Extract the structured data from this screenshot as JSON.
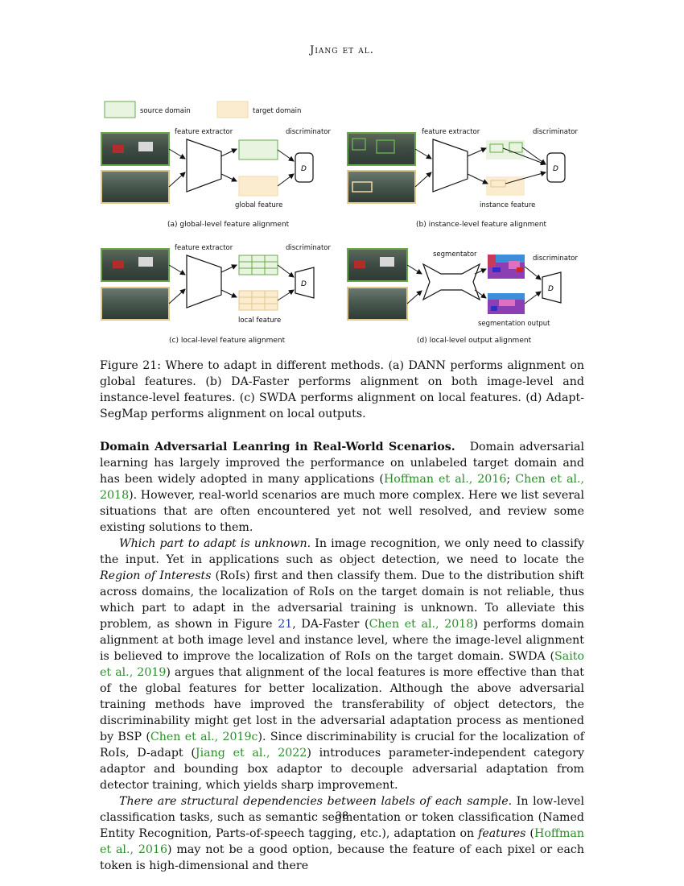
{
  "header": {
    "running_head": "Jiang et al."
  },
  "figure": {
    "legend": {
      "source": "source domain",
      "target": "target domain"
    },
    "labels": {
      "feature_extractor": "feature extractor",
      "discriminator": "discriminator",
      "segmentator": "segmentator",
      "D": "D",
      "global_feature": "global feature",
      "instance_feature": "instance feature",
      "local_feature": "local feature",
      "segmentation_output": "segmentation output"
    },
    "sub_captions": {
      "a": "(a) global-level feature alignment",
      "b": "(b) instance-level feature alignment",
      "c": "(c) local-level feature alignment",
      "d": "(d) local-level output alignment"
    },
    "colors": {
      "source": "#6aa84f",
      "source_fill": "#e8f4e0",
      "target_fill": "#fbecd0",
      "target_stroke": "#f0d9a8"
    }
  },
  "caption": {
    "label": "Figure 21:",
    "text": "Where to adapt in different methods. (a) DANN performs alignment on global features. (b) DA-Faster performs alignment on both image-level and instance-level features. (c) SWDA performs alignment on local features. (d) Adapt-SegMap performs alignment on local outputs."
  },
  "section": {
    "heading": "Domain Adversarial Leanring in Real-World Scenarios.",
    "p1": {
      "t1": "Domain adversarial learning has largely improved the performance on unlabeled target domain and has been widely adopted in many applications (",
      "c1": "Hoffman et al., 2016",
      "t2": "; ",
      "c2": "Chen et al., 2018",
      "t3": "). However, real-world scenarios are much more complex. Here we list several situations that are often encountered yet not well resolved, and review some existing solutions to them."
    },
    "p2": {
      "italic": "Which part to adapt is unknown.",
      "t1": " In image recognition, we only need to classify the input. Yet in applications such as object detection, we need to locate the ",
      "italic2": "Region of Interests",
      "t2": " (RoIs) first and then classify them. Due to the distribution shift across domains, the localization of RoIs on the target domain is not reliable, thus which part to adapt in the adversarial training is unknown. To alleviate this problem, as shown in Figure ",
      "fig_ref": "21",
      "t3": ", DA-Faster (",
      "c1": "Chen et al., 2018",
      "t4": ") performs domain alignment at both image level and instance level, where the image-level alignment is believed to improve the localization of RoIs on the target domain. SWDA (",
      "c2": "Saito et al., 2019",
      "t5": ") argues that alignment of the local features is more effective than that of the global features for better localization. Although the above adversarial training methods have improved the transferability of object detectors, the discriminability might get lost in the adversarial adaptation process as mentioned by BSP (",
      "c3": "Chen et al., 2019c",
      "t6": "). Since discriminability is crucial for the localization of RoIs, D-adapt (",
      "c4": "Jiang et al., 2022",
      "t7": ") introduces parameter-independent category adaptor and bounding box adaptor to decouple adversarial adaptation from detector training, which yields sharp improvement."
    },
    "p3": {
      "italic": "There are structural dependencies between labels of each sample.",
      "t1": " In low-level classification tasks, such as semantic segmentation or token classification (Named Entity Recognition, Parts-of-speech tagging, etc.), adaptation on ",
      "italic2": "features",
      "t2": " (",
      "c1": "Hoffman et al., 2016",
      "t3": ") may not be a good option, because the feature of each pixel or each token is high-dimensional and there"
    }
  },
  "footer": {
    "page_number": "38"
  }
}
